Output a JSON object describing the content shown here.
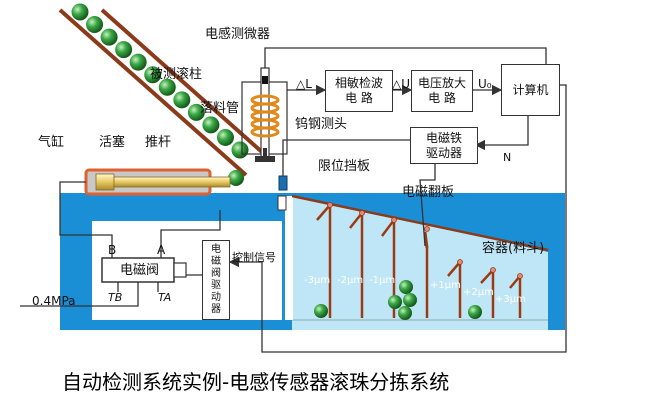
{
  "caption": "自动检测系统实例-电感传感器滚珠分拣系统",
  "labels": {
    "inductive_micrometer": "电感测微器",
    "measured_roller": "被测滚柱",
    "feed_tube": "落料管",
    "tungsten_probe": "钨钢测头",
    "limit_baffle": "限位挡板",
    "cylinder": "气缸",
    "piston": "活塞",
    "push_rod": "推杆",
    "em_flap": "电磁翻板",
    "container": "容器(料斗)",
    "pressure": "0.4MPa",
    "control_signal": "控制信号",
    "delta_l": "△L",
    "delta_u": "△U",
    "u0": "U₀",
    "n": "N",
    "port_a": "A",
    "port_b": "B",
    "port_ta": "TA",
    "port_tb": "TB"
  },
  "boxes": {
    "phase_detector": "相敏检波\n电 路",
    "voltage_amp": "电压放大\n电 路",
    "computer": "计算机",
    "em_iron_driver": "电磁铁\n驱动器",
    "solenoid_valve": "电磁阀",
    "valve_driver": "电\n磁\n阀\n驱\n动\n器"
  },
  "bins": [
    "-3μm",
    "-2μm",
    "-1μm",
    "+1μm",
    "+2μm",
    "+3μm"
  ],
  "colors": {
    "blue": "#1a8fd6",
    "light_blue": "#bfe6f6",
    "ball_green": "#2f9a3a",
    "tube_brown": "#8b3a1a",
    "flap_brown": "#9a3b12",
    "coil_orange": "#e08a1c"
  }
}
